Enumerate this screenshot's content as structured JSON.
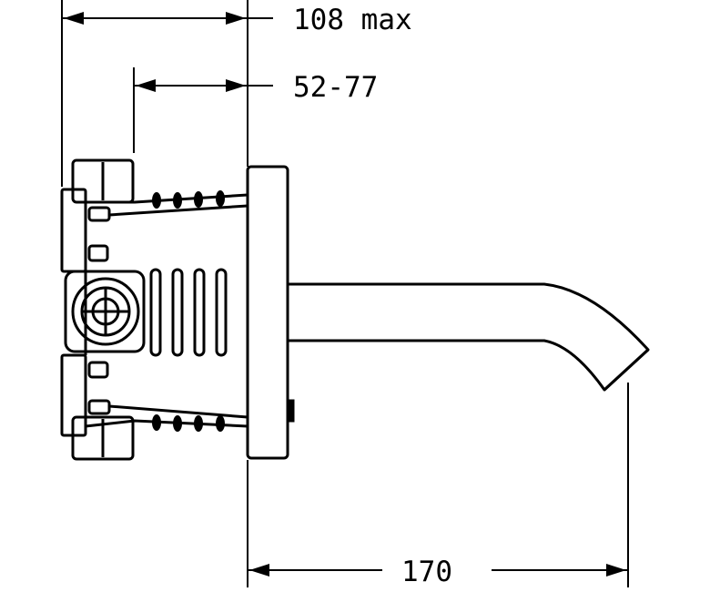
{
  "dimensions": {
    "overall_depth": "108 max",
    "wall_adjust_range": "52-77",
    "spout_projection": "170"
  },
  "colors": {
    "stroke": "#000000",
    "background": "#ffffff"
  }
}
